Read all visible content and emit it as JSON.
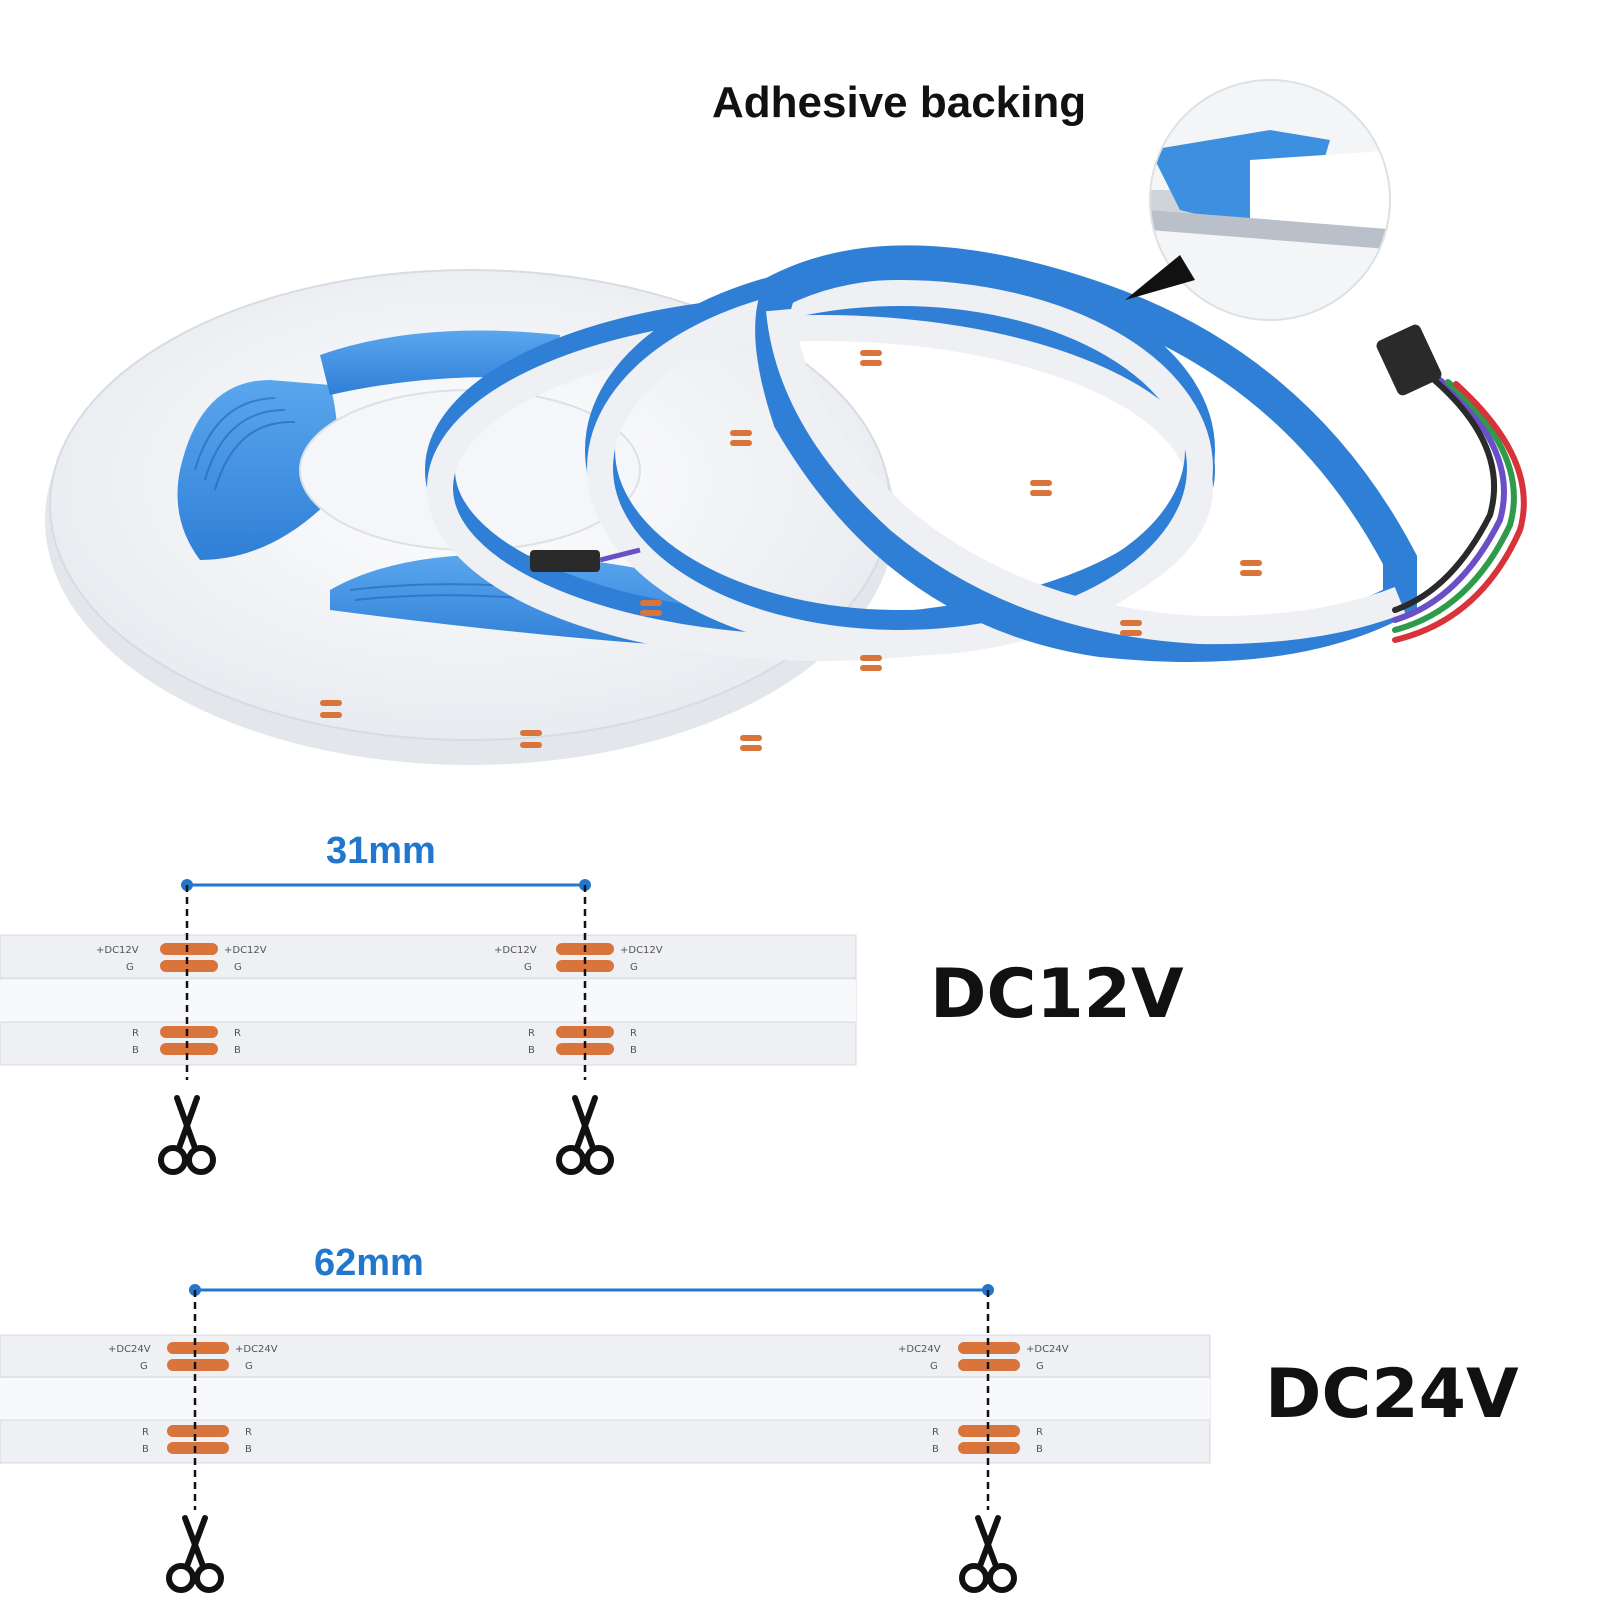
{
  "callout": {
    "title": "Adhesive backing"
  },
  "strips": [
    {
      "length_label": "31mm",
      "voltage_label": "DC12V",
      "pads": {
        "pos": "+DC12V",
        "g": "G",
        "r": "R",
        "b": "B"
      }
    },
    {
      "length_label": "62mm",
      "voltage_label": "DC24V",
      "pads": {
        "pos": "+DC24V",
        "g": "G",
        "r": "R",
        "b": "B"
      }
    }
  ],
  "colors": {
    "backing_blue": "#3d8fe0",
    "strip_white": "#eef0f3",
    "pad_copper": "#d9743a",
    "dimension_blue": "#2277cc",
    "wire_colors": [
      "#6a4fc6",
      "#2e9a4a",
      "#d9333a",
      "#2a2a2a"
    ]
  },
  "icons": [
    "scissors-icon",
    "connector-icon",
    "pointer-icon"
  ]
}
